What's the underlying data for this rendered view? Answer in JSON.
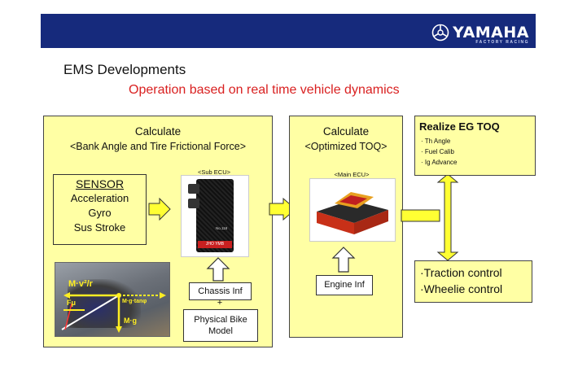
{
  "header": {
    "brand": "YAMAHA",
    "brand_sub": "FACTORY RACING",
    "bar_color": "#162a7c"
  },
  "title": "EMS Developments",
  "subtitle": "Operation based on real time vehicle dynamics",
  "panel1": {
    "calc_label": "Calculate",
    "calc_detail": "<Bank Angle and  Tire Frictional Force>",
    "sub_ecu_label": "<Sub ECU>",
    "sensor": {
      "title": "SENSOR",
      "items": [
        "Acceleration",
        "Gyro",
        "Sus Stroke"
      ]
    },
    "diagram_labels": {
      "centrifugal": "M·v²/r",
      "friction": "Fμ",
      "gravity": "M·g",
      "tan_term": "M·g·tanφ"
    },
    "device_tag": "No.118",
    "device_brand": "JHO YMB",
    "chassis_inf": "Chassis Inf",
    "plus": "+",
    "physical_model": "Physical Bike Model"
  },
  "panel2": {
    "calc_label": "Calculate",
    "calc_detail": "<Optimized TOQ>",
    "main_ecu_label": "<Main ECU>",
    "engine_inf": "Engine Inf"
  },
  "panel3": {
    "title": "Realize EG TOQ",
    "items": [
      "· Th Angle",
      "· Fuel Calib",
      "· Ig Advance"
    ]
  },
  "panel4": {
    "items": [
      "·Traction control",
      "·Wheelie control"
    ]
  },
  "colors": {
    "panel_fill": "#ffffa4",
    "arrow_fill": "#ffff33",
    "subtitle_red": "#d92020"
  }
}
